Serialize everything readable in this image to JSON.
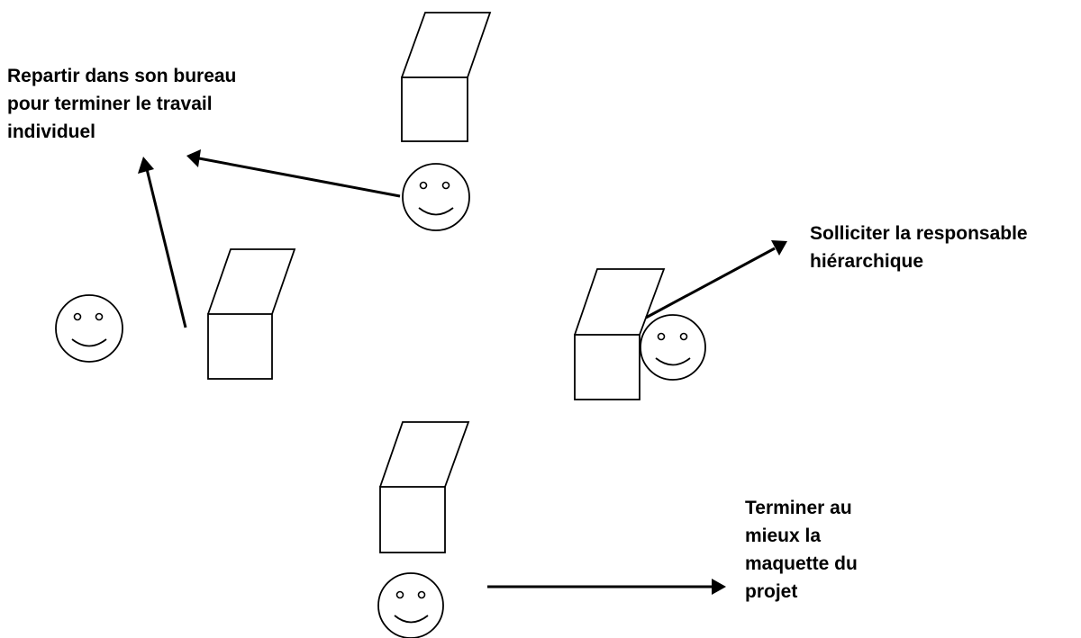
{
  "labels": {
    "return_to_office": {
      "lines": [
        "Repartir dans son bureau",
        "pour terminer le travail",
        "individuel"
      ]
    },
    "ask_manager": {
      "lines": [
        "Solliciter la responsable",
        "hiérarchique"
      ]
    },
    "finish_mockup": {
      "lines": [
        "Terminer au",
        "mieux la",
        "maquette du",
        "projet"
      ]
    }
  },
  "icons": {
    "person": "smiley-face-icon",
    "workstation": "desk-box-icon"
  },
  "colors": {
    "stroke": "#000000",
    "background": "#ffffff"
  }
}
